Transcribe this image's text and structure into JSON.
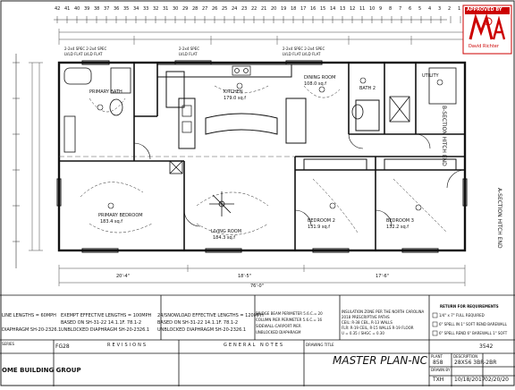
{
  "ruler": {
    "top": [
      "42",
      "41",
      "40",
      "39",
      "38",
      "37",
      "36",
      "35",
      "34",
      "33",
      "32",
      "31",
      "30",
      "29",
      "28",
      "27",
      "26",
      "25",
      "24",
      "23",
      "22",
      "21",
      "20",
      "19",
      "18",
      "17",
      "16",
      "15",
      "14",
      "13",
      "12",
      "11",
      "10",
      "9",
      "8",
      "7",
      "6",
      "5",
      "4",
      "3",
      "2",
      "1"
    ]
  },
  "stamp": {
    "approved_by": "APPROVED BY",
    "logo_text": "NTA",
    "sub_text": "David Richter"
  },
  "rooms": {
    "primary_bath": "PRIMARY BATH",
    "kitchen": "KITCHEN",
    "kitchen_area": "179.0 sq.f",
    "dining": "DINING ROOM",
    "dining_area": "108.0 sq.f",
    "bath2": "BATH 2",
    "utility": "UTILITY",
    "primary_bedroom": "PRIMARY BEDROOM",
    "primary_bedroom_area": "183.4 sq.f",
    "living": "LIVING ROOM",
    "living_area": "184.3 sq.f",
    "bedroom2": "BEDROOM 2",
    "bedroom2_area": "131.9 sq.f",
    "bedroom3": "BEDROOM 3",
    "bedroom3_area": "132.2 sq.f"
  },
  "labels": {
    "window_top_1": "2-2x4 SPEC 2-2x4 SPEC",
    "window_top_2": "2-2x4 SPEC",
    "window_top_3": "2-2x4 SPEC 2-2x4 SPEC",
    "lvl_flat_1": "LVLD FLAT LVLD FLAT",
    "lvl_flat_2": "LVLD FLAT",
    "lvl_flat_3": "LVLD FLAT LVLD FLAT",
    "hitch_b": "B-SECTION HITCH END",
    "hitch_a": "A-SECTION HITCH END",
    "overall_dim": "76'-0\"",
    "dim_a": "20'-4\"",
    "dim_b": "18'-5\"",
    "dim_c": "17'-6\""
  },
  "notes": {
    "col1_line1": "LINE LENGTHS = 60MPH",
    "col1_line2": "DIAPHRAGM SH-20-2326.1",
    "col2_line1": "EXEMPT EFFECTIVE LENGTHS = 100MPH",
    "col2_line2": "BASED ON SH-31-22 14.1.1F. 78.1-2",
    "col2_line3": "UNBLOCKED DIAPHRAGM SH-20-2326.1",
    "col3_line1": "24/SNOWLOAD EFFECTIVE LENGTHS = 120MPH",
    "col3_line2": "BASED ON SH-31-22 14.1.1F. 78.1-2",
    "col3_line3": "UNBLOCKED DIAPHRAGM SH-20-2326.1",
    "col4_line1": "BRIDGE BEAM PERIMETER 5.6.C.= 20",
    "col4_line2": "COLUMN PIER PERIMETER 5.6.C.= 16",
    "col4_line3": "SIDEWALL-CARPORT PIER",
    "col4_line4": "UNBLOCKED DIAPHRAGM",
    "col5_line1": "INSULATION ZONE PER THE NORTH CAROLINA",
    "col5_line2": "2018 PRESCRIPTIVE PATHS",
    "col5_line3": "CEIL: R-38 CEIL, R-13 WALLS",
    "col5_line4": "FLR: R-19 CEIL, R-15 WALLS R-19 FLOOR",
    "col5_line5": "U = 0.35 / SHGC = 0.30",
    "return_header": "RETURN FOR REQUIREMENTS",
    "return_line1": "1/4\" x 7\" FULL REQUIRED",
    "return_line2": "6\" SPELL IN 1\" SOFT REND BAREWALL",
    "return_line3": "6\" SPELL REND 6\" BAREWALL 1\" SOFT"
  },
  "titleblock": {
    "series_label": "SERIES",
    "series": "FG28",
    "company": "OME BUILDING GROUP",
    "revisions": "REVISIONS",
    "general_notes": "GENERAL NOTES",
    "drawing_title_label": "DRAWING TITLE",
    "drawing_title": "MASTER PLAN-NC",
    "plant_label": "PLANT",
    "plant": "858",
    "sheet_label": "DESCRIPTION",
    "model": "3542",
    "size_desc": "28X56 3BR-2BR",
    "drawn_label": "DRAWN BY",
    "drawn": "TXH",
    "date1": "10/18/2017",
    "date2": "02/20/20"
  }
}
